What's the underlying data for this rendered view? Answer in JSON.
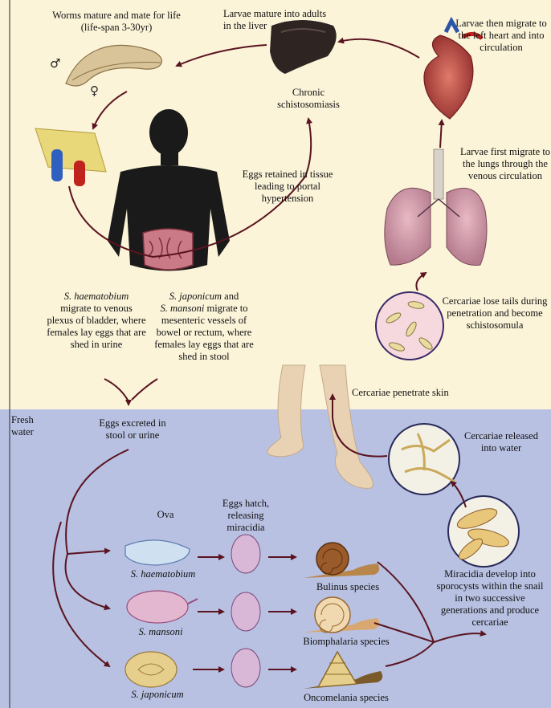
{
  "colors": {
    "land_bg": "#fbf4d9",
    "water_bg": "#b8c1e2",
    "arrow": "#5a1420",
    "border": "#444444"
  },
  "labels": {
    "worms": "Worms mature and mate for life (life-span 3-30yr)",
    "male_symbol": "♂",
    "female_symbol": "♀",
    "larvae_liver": "Larvae mature into adults in the liver",
    "chronic": "Chronic schistosomiasis",
    "heart": "Larvae then migrate to the left heart and into circulation",
    "lungs": "Larvae first migrate to the lungs through the venous circulation",
    "eggs_retained": "Eggs retained in tissue leading to portal hypertension",
    "haematobium_species": "S. haematobium",
    "haematobium_text": "migrate to venous plexus of bladder, where females lay eggs that are shed in urine",
    "japonicum_species": "S. japonicum",
    "and": " and",
    "mansoni_species": "S. mansoni",
    "mansoni_text": " migrate to mesenteric vessels of bowel or rectum, where females lay eggs that are shed in stool",
    "cercariae_lose": "Cercariae lose tails during penetration and become schistosomula",
    "cercariae_penetrate": "Cercariae penetrate skin",
    "fresh_water": "Fresh water",
    "eggs_excreted": "Eggs excreted in stool or urine",
    "cercariae_released": "Cercariae released into water",
    "ova": "Ova",
    "eggs_hatch": "Eggs hatch, releasing miracidia",
    "ova_haematobium": "S. haematobium",
    "ova_mansoni": "S. mansoni",
    "ova_japonicum": "S. japonicum",
    "snail_bulinus": "Bulinus species",
    "snail_biomphalaria": "Biomphalaria species",
    "snail_oncomelania": "Oncomelania species",
    "miracidia": "Miracidia develop into sporocysts within the snail in two successive generations and produce cercariae"
  }
}
